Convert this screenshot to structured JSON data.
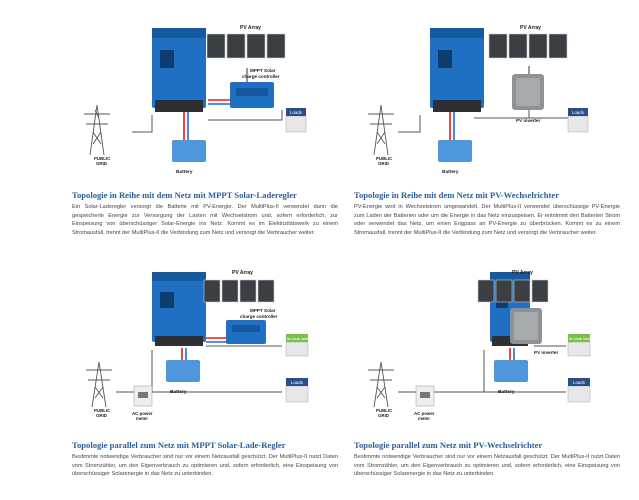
{
  "labels": {
    "pv_array": "PV Array",
    "mppt": [
      "MPPT Solar",
      "charge controller"
    ],
    "pv_inverter": "PV inverter",
    "loads": "Loads",
    "public_grid": [
      "PUBLIC",
      "GRID"
    ],
    "battery": "Battery",
    "ac_power_meter": [
      "AC power",
      "meter"
    ],
    "no_break_loads": "No-break loads"
  },
  "cards": [
    {
      "title": "Topologie in Reihe mit dem Netz mit MPPT Solar-Laderegler",
      "text": "Ein Solar-Laderegler versorgt die Batterie mit PV-Energie. Der MultiPlus-II verwendet dann die gespeicherte Energie zur Versorgung der Lasten mit Wechselstrom und, sofern erforderlich, zur Einspeisung von überschüssiger Solar-Energie ins Netz. Kommt es im Elektrizitätswerk zu einem Stromausfall, trennt der MultiPlus-II die Verbindung zum Netz und versorgt die Verbraucher weiter."
    },
    {
      "title": "Topologie in Reihe mit dem Netz mit PV-Wechselrichter",
      "text": "PV-Energie wird in Wechselstrom umgewandelt. Der MultiPlus-II verwendet überschüssige PV-Energie zum Laden der Batterien oder um die Energie in das Netz einzuspeisen. Er entnimmt den Batterien Strom oder verwendet das Netz, um einen Engpass an PV-Energie zu überbrücken. Kommt es zu einem Stromausfall, trennt der MultiPlus-II die Verbindung zum Netz und versorgt die Verbraucher weiter."
    },
    {
      "title": "Topologie parallel zum Netz mit MPPT Solar-Lade-Regler",
      "text": "Bestimmte notwendige Verbraucher sind nur vor einem Netzausfall geschützt. Der MultiPlus-II nutzt Daten vom Stromzähler, um den Eigenverbrauch zu optimieren und, sofern erforderlich, eine Einspeisung von überschüssiger Solarenergie in das Netz zu unterbinden."
    },
    {
      "title": "Topologie parallel zum Netz mit PV-Wechselrichter",
      "text": "Bestimmte notwendige Verbraucher sind nur vor einem Netzausfall geschützt. Der MultiPlus-II nutzt Daten vom Stromzähler, um den Eigenverbrauch zu optimieren und, sofern erforderlich, eine Einspeisung von überschüssiger Solarenergie in das Netz zu unterbinden."
    }
  ],
  "colors": {
    "title_blue": "#2a5d9c",
    "victron_blue": "#1f6fc2",
    "battery_blue": "#4f97dd",
    "dc_red": "#d9202a",
    "panel_dark": "#3b3f44",
    "no_break_green": "#7cc04b"
  }
}
